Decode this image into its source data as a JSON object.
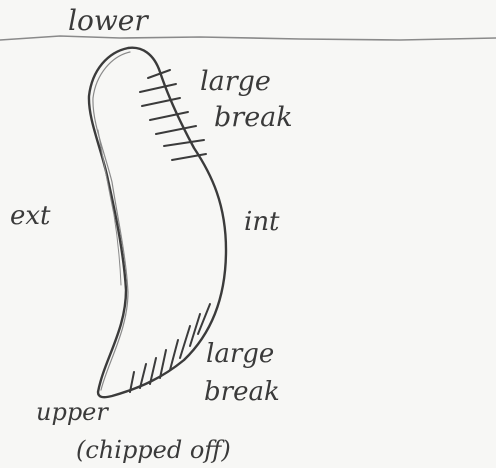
{
  "labels": {
    "top": "lower",
    "upper_right_1": "large",
    "upper_right_2": "break",
    "left": "ext",
    "right": "int",
    "lower_right_1": "large",
    "lower_right_2": "break",
    "bottom_1": "upper",
    "bottom_2": "(chipped off)"
  }
}
